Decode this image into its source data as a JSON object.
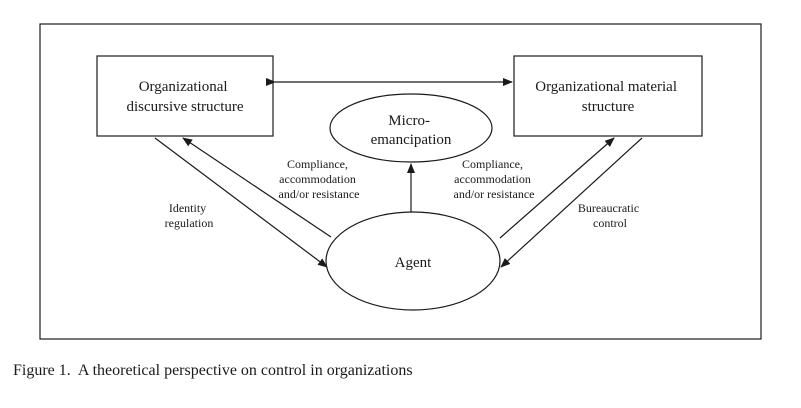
{
  "diagram": {
    "nodes": {
      "discursive": {
        "lines": [
          "Organizational",
          "discursive structure"
        ]
      },
      "material": {
        "lines": [
          "Organizational material",
          "structure"
        ]
      },
      "micro": {
        "lines": [
          "Micro-",
          "emancipation"
        ]
      },
      "agent": {
        "lines": [
          "Agent"
        ]
      }
    },
    "edge_labels": {
      "identity": [
        "Identity",
        "regulation"
      ],
      "compliance_left": [
        "Compliance,",
        "accommodation",
        "and/or resistance"
      ],
      "compliance_right": [
        "Compliance,",
        "accommodation",
        "and/or resistance"
      ],
      "bureaucratic": [
        "Bureaucratic",
        "control"
      ]
    }
  },
  "caption": "Figure 1.  A theoretical perspective on control in organizations"
}
